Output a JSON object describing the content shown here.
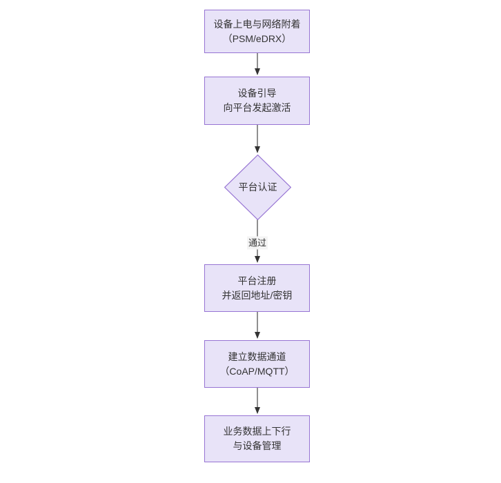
{
  "diagram": {
    "type": "flowchart",
    "orientation": "top-to-bottom",
    "background_color": "#ffffff",
    "node_fill_color": "#e8e3f8",
    "node_border_color": "#9673d3",
    "edge_color": "#333333",
    "text_color": "#333333",
    "nodes": [
      {
        "id": "power-on",
        "shape": "rectangle",
        "line1": "设备上电与网络附着",
        "line2": "（PSM/eDRX）"
      },
      {
        "id": "bootstrap",
        "shape": "rectangle",
        "line1": "设备引导",
        "line2": "向平台发起激活"
      },
      {
        "id": "platform-auth",
        "shape": "diamond",
        "line1": "平台认证",
        "line2": ""
      },
      {
        "id": "platform-register",
        "shape": "rectangle",
        "line1": "平台注册",
        "line2": "并返回地址/密钥"
      },
      {
        "id": "data-channel",
        "shape": "rectangle",
        "line1": "建立数据通道",
        "line2": "（CoAP/MQTT）"
      },
      {
        "id": "service-data",
        "shape": "rectangle",
        "line1": "业务数据上下行",
        "line2": "与设备管理"
      }
    ],
    "edges": [
      {
        "id": "e1",
        "from": "power-on",
        "to": "bootstrap",
        "label": ""
      },
      {
        "id": "e2",
        "from": "bootstrap",
        "to": "platform-auth",
        "label": ""
      },
      {
        "id": "e3",
        "from": "platform-auth",
        "to": "platform-register",
        "label": "通过"
      },
      {
        "id": "e4",
        "from": "platform-register",
        "to": "data-channel",
        "label": ""
      },
      {
        "id": "e5",
        "from": "data-channel",
        "to": "service-data",
        "label": ""
      }
    ]
  }
}
